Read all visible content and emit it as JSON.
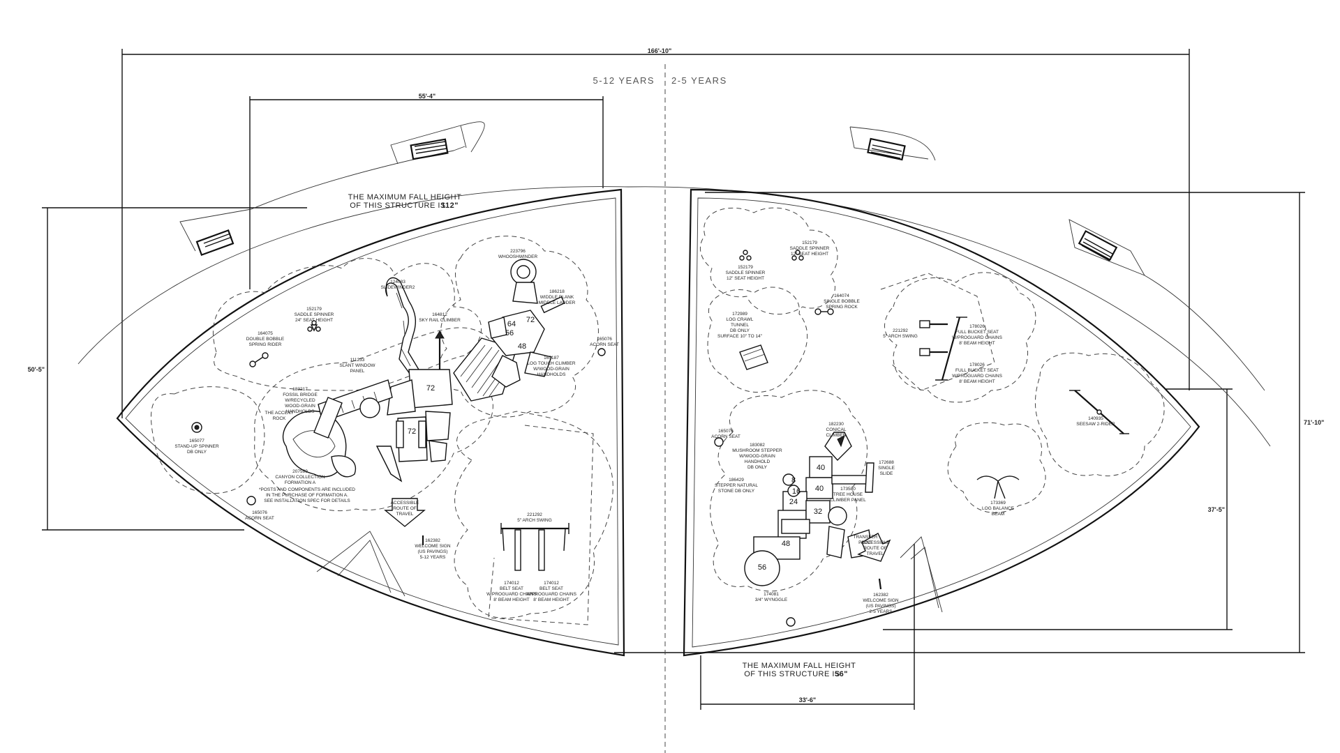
{
  "dimensions": {
    "overall_width": "166'-10\"",
    "left_structure_width": "55'-4\"",
    "left_height": "50'-5\"",
    "right_height": "71'-10\"",
    "right_inner_height": "37'-5\"",
    "right_bottom_width": "33'-6\""
  },
  "zones": {
    "left_age": "5-12 YEARS",
    "right_age": "2-5 YEARS"
  },
  "fall_height": {
    "left_line1": "THE MAXIMUM FALL HEIGHT",
    "left_line2_prefix": "OF THIS STRUCTURE IS",
    "left_value": "112\"",
    "right_line1": "THE MAXIMUM FALL HEIGHT",
    "right_line2_prefix": "OF THIS STRUCTURE IS",
    "right_value": "56\""
  },
  "deck_numbers": {
    "left": [
      "72",
      "64",
      "56",
      "72",
      "48",
      "72"
    ],
    "right": [
      "8",
      "16",
      "40",
      "40",
      "24",
      "32",
      "48",
      "56"
    ]
  },
  "labels": {
    "stand_up_spinner": [
      "165077",
      "STAND-UP SPINNER",
      "DB ONLY"
    ],
    "acorn_seat_left": [
      "165076",
      "ACORN SEAT"
    ],
    "acorn_seat_left2": [
      "165076",
      "ACORN SEAT"
    ],
    "double_bobble": [
      "164075",
      "DOUBLE BOBBLE",
      "SPRING RIDER"
    ],
    "saddle_spinner_left": [
      "152179",
      "SADDLE SPINNER",
      "24\" SEAT HEIGHT"
    ],
    "slidewinder": [
      "124083",
      "SLIDEWINDER2"
    ],
    "sky_rail": [
      "164812",
      "SKY RAIL CLIMBER"
    ],
    "whooshwinder": [
      "223796",
      "WHOOSHWINDER"
    ],
    "middle_ladder": [
      "186218",
      "WIDDLE PLANK",
      "MIDDLE LADDER"
    ],
    "acorn_seat_right": [
      "165076",
      "ACORN SEAT"
    ],
    "log_touch": [
      "165187",
      "LOG TOUCH CLIMBER",
      "W/WOOD-GRAIN",
      "HANDHOLDS"
    ],
    "slanted_window": [
      "111233",
      "SLANT WINDOW",
      "PANEL"
    ],
    "fossil_bridge": [
      "183217",
      "FOSSIL BRIDGE",
      "W/RECYCLED",
      "WOOD-GRAIN",
      "HANDHOLDS"
    ],
    "accent_rock": [
      "THE ACCENT",
      "ROCK"
    ],
    "canyon_collection": [
      "207599",
      "CANYON COLLECTION",
      "FORMATION A"
    ],
    "canyon_note": [
      "*POSTS AND COMPONENTS ARE INCLUDED",
      "IN THE PURCHASE OF FORMATION A.",
      "SEE INSTALLATION SPEC FOR DETAILS"
    ],
    "accessible_route_left": [
      "ACCESSIBLE",
      "ROUTE OF",
      "TRAVEL"
    ],
    "welcome_sign_left": [
      "162382",
      "WELCOME SIGN",
      "(US PAVINGS)",
      "5-12 YEARS"
    ],
    "arch_swing_left": [
      "221292",
      "5\" ARCH SWING"
    ],
    "belt_seat_left": [
      "174012",
      "BELT SEAT",
      "W/PROGUARD CHAINS",
      "8' BEAM HEIGHT"
    ],
    "belt_seat_left2": [
      "174012",
      "BELT SEAT",
      "W/PROGUARD CHAINS",
      "8' BEAM HEIGHT"
    ],
    "saddle_spinner_right": [
      "152179",
      "SADDLE SPINNER",
      "12\" SEAT HEIGHT"
    ],
    "saddle_spinner_right2": [
      "152179",
      "SADDLE SPINNER",
      "12\" SEAT HEIGHT"
    ],
    "single_bobble": [
      "164074",
      "SINGLE BOBBLE",
      "SPRING ROCK"
    ],
    "log_crawl": [
      "172989",
      "LOG CRAWL",
      "TUNNEL",
      "DB ONLY",
      "SURFACE 10\" TO 14\""
    ],
    "arch_swing_right": [
      "221292",
      "5\" ARCH SWING"
    ],
    "full_bucket": [
      "178026",
      "FULL BUCKET SEAT",
      "W/PROGUARD CHAINS",
      "8' BEAM HEIGHT"
    ],
    "full_bucket2": [
      "178026",
      "FULL BUCKET SEAT",
      "W/PROGUARD CHAINS",
      "8' BEAM HEIGHT"
    ],
    "seesaw": [
      "140935",
      "SEESAW 2-RIDER"
    ],
    "log_balance": [
      "173369",
      "LOG BALANCE",
      "BEAM"
    ],
    "conical_climber": [
      "182230",
      "CONICAL",
      "CLIMBER"
    ],
    "acorn_seat_right2": [
      "165076",
      "ACORN SEAT"
    ],
    "mushroom_stepper": [
      "183082",
      "MUSHROOM STEPPER",
      "W/WOOD-GRAIN",
      "HANDHOLD",
      "DB ONLY"
    ],
    "transfer_point": [
      "TRANSFER",
      "POINT"
    ],
    "tree_house": [
      "173580",
      "TREE HOUSE",
      "CLIMBER PANEL"
    ],
    "single_slide": [
      "172688",
      "SINGLE",
      "SLIDE"
    ],
    "accessible_route_right": [
      "ACCESSIBLE",
      "ROUTE OF",
      "TRAVEL"
    ],
    "welcome_sign_right": [
      "162382",
      "WELCOME SIGN",
      "(US PAVINGS)",
      "2-5 YEARS"
    ],
    "wiggle": [
      "174081",
      "3/4\" WYNGGLE"
    ],
    "stepper": [
      "186429",
      "STEPPER NATURAL",
      "STONE DB ONLY"
    ]
  }
}
